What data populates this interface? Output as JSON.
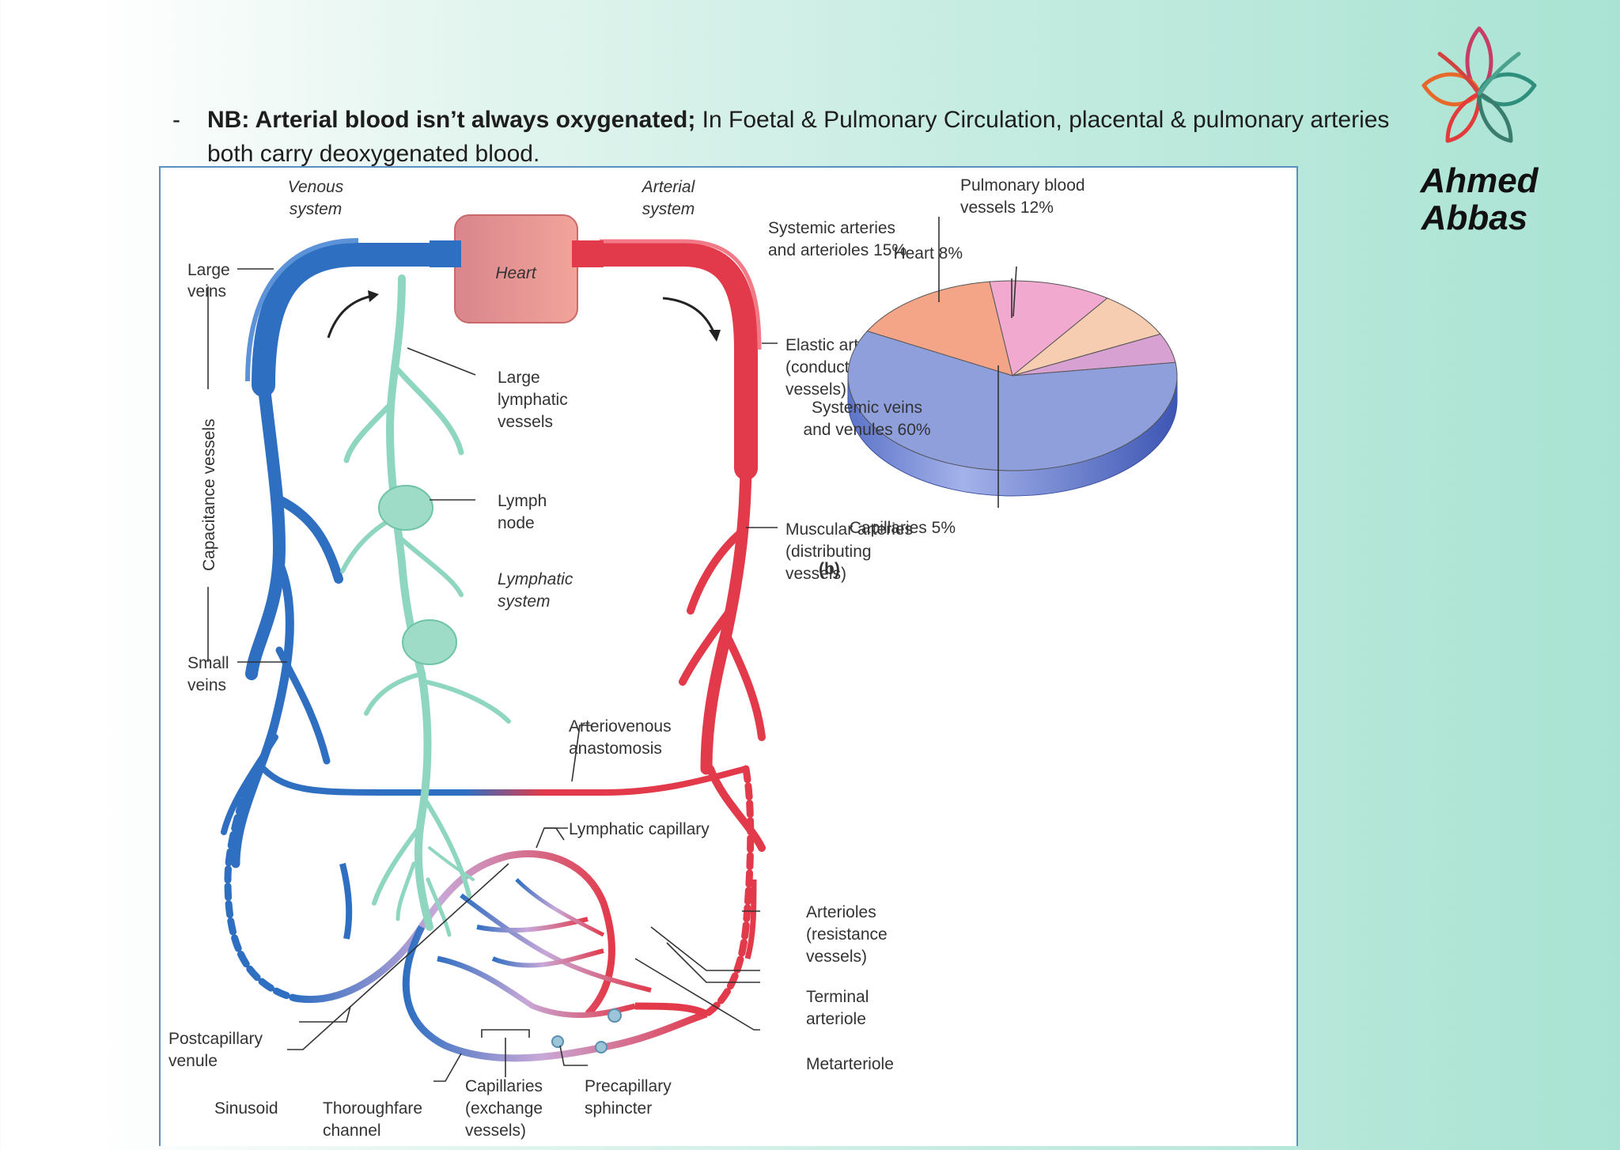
{
  "note": {
    "bullet": "-",
    "bold": "NB: Arterial blood isn’t always oxygenated;",
    "rest": " In Foetal & Pulmonary Circulation, placental & pulmonary arteries both carry deoxygenated blood."
  },
  "logo": {
    "line1": "Ahmed",
    "line2": "Abbas"
  },
  "diagram_a": {
    "venous_system": [
      "Venous",
      "system"
    ],
    "arterial_system": [
      "Arterial",
      "system"
    ],
    "heart": "Heart",
    "large_veins": [
      "Large",
      "veins"
    ],
    "capacitance": "Capacitance vessels",
    "small_veins": [
      "Small",
      "veins"
    ],
    "large_lymphatic": [
      "Large",
      "lymphatic",
      "vessels"
    ],
    "lymph_node": [
      "Lymph",
      "node"
    ],
    "lymphatic_system": [
      "Lymphatic",
      "system"
    ],
    "elastic_arteries": [
      "Elastic arteries",
      "(conducting",
      "vessels)"
    ],
    "muscular_arteries": [
      "Muscular arteries",
      "(distributing",
      "vessels)"
    ],
    "av_anastomosis": [
      "Arteriovenous",
      "anastomosis"
    ],
    "lymphatic_capillary": "Lymphatic capillary",
    "arterioles": [
      "Arterioles",
      "(resistance",
      "vessels)"
    ],
    "terminal_arteriole": [
      "Terminal",
      "arteriole"
    ],
    "metarteriole": "Metarteriole",
    "postcapillary": [
      "Postcapillary",
      "venule"
    ],
    "sinusoid": "Sinusoid",
    "thoroughfare": [
      "Thoroughfare",
      "channel"
    ],
    "capillaries": [
      "Capillaries",
      "(exchange",
      "vessels)"
    ],
    "precapillary": [
      "Precapillary",
      "sphincter"
    ]
  },
  "chart_data": {
    "type": "pie",
    "panel_label": "(b)",
    "slices": [
      {
        "label": "Systemic veins and venules",
        "value": 60,
        "label_lines": [
          "Systemic veins",
          "and venules 60%"
        ],
        "color": "#8f9fdc"
      },
      {
        "label": "Systemic arteries and arterioles",
        "value": 15,
        "label_lines": [
          "Systemic arteries",
          "and arterioles 15%"
        ],
        "color": "#f4a487"
      },
      {
        "label": "Pulmonary blood vessels",
        "value": 12,
        "label_lines": [
          "Pulmonary blood",
          "vessels 12%"
        ],
        "color": "#f2a9cf"
      },
      {
        "label": "Heart",
        "value": 8,
        "label_lines": [
          "Heart 8%"
        ],
        "color": "#f6cdb0"
      },
      {
        "label": "Capillaries",
        "value": 5,
        "label_lines": [
          "Capillaries 5%"
        ],
        "color": "#d7a1d1"
      }
    ]
  }
}
